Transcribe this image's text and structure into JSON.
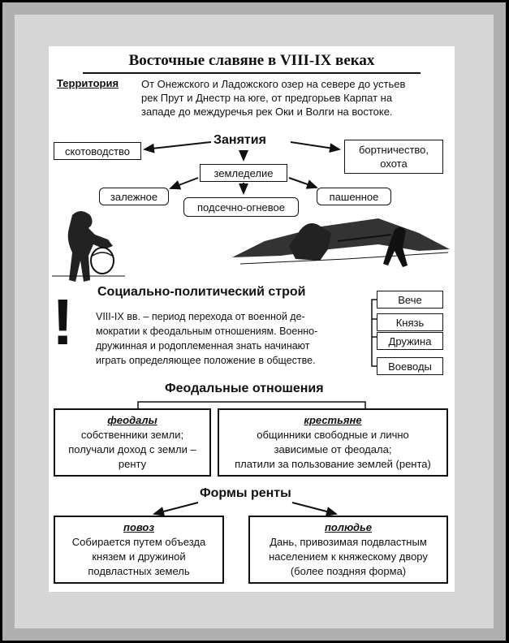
{
  "title": "Восточные славяне в VIII-IX веках",
  "territory": {
    "label": "Территория",
    "lines": [
      "От Онежского и Ладожского озер на севере до устьев",
      "рек Прут и Днестр на юге, от предгорьев Карпат на",
      "западе до междуречья рек Оки и Волги на востоке."
    ]
  },
  "occupations": {
    "heading": "Занятия",
    "cattle": "скотоводство",
    "beekeeping": [
      "бортничество,",
      "охота"
    ],
    "farming": "земледелие",
    "fallow": "залежное",
    "slash_burn": "подсечно-огневое",
    "arable": "пашенное"
  },
  "social": {
    "heading": "Социально-политический строй",
    "exclamation": "!",
    "lines": [
      "VIII-IX вв. – период перехода от военной де-",
      "мократии к феодальным отношениям. Военно-",
      "дружинная и родоплеменная знать начинают",
      "играть определяющее положение в обществе."
    ],
    "institutions": [
      "Вече",
      "Князь",
      "Дружина",
      "Воеводы"
    ]
  },
  "feudal": {
    "heading": "Феодальные отношения",
    "lords": {
      "title": "феодалы",
      "lines": [
        "собственники земли;",
        "получали доход с земли –",
        "ренту"
      ]
    },
    "peasants": {
      "title": "крестьяне",
      "lines": [
        "общинники свободные и лично",
        "зависимые от феодала;",
        "платили за пользование землей (рента)"
      ]
    }
  },
  "rent": {
    "heading": "Формы ренты",
    "povoz": {
      "title": "повоз",
      "lines": [
        "Собирается путем объезда",
        "князем и дружиной",
        "подвластных земель"
      ]
    },
    "polyudye": {
      "title": "полюдье",
      "lines": [
        "Дань, привозимая подвластным",
        "населением к княжескому двору",
        "(более поздняя форма)"
      ]
    }
  }
}
